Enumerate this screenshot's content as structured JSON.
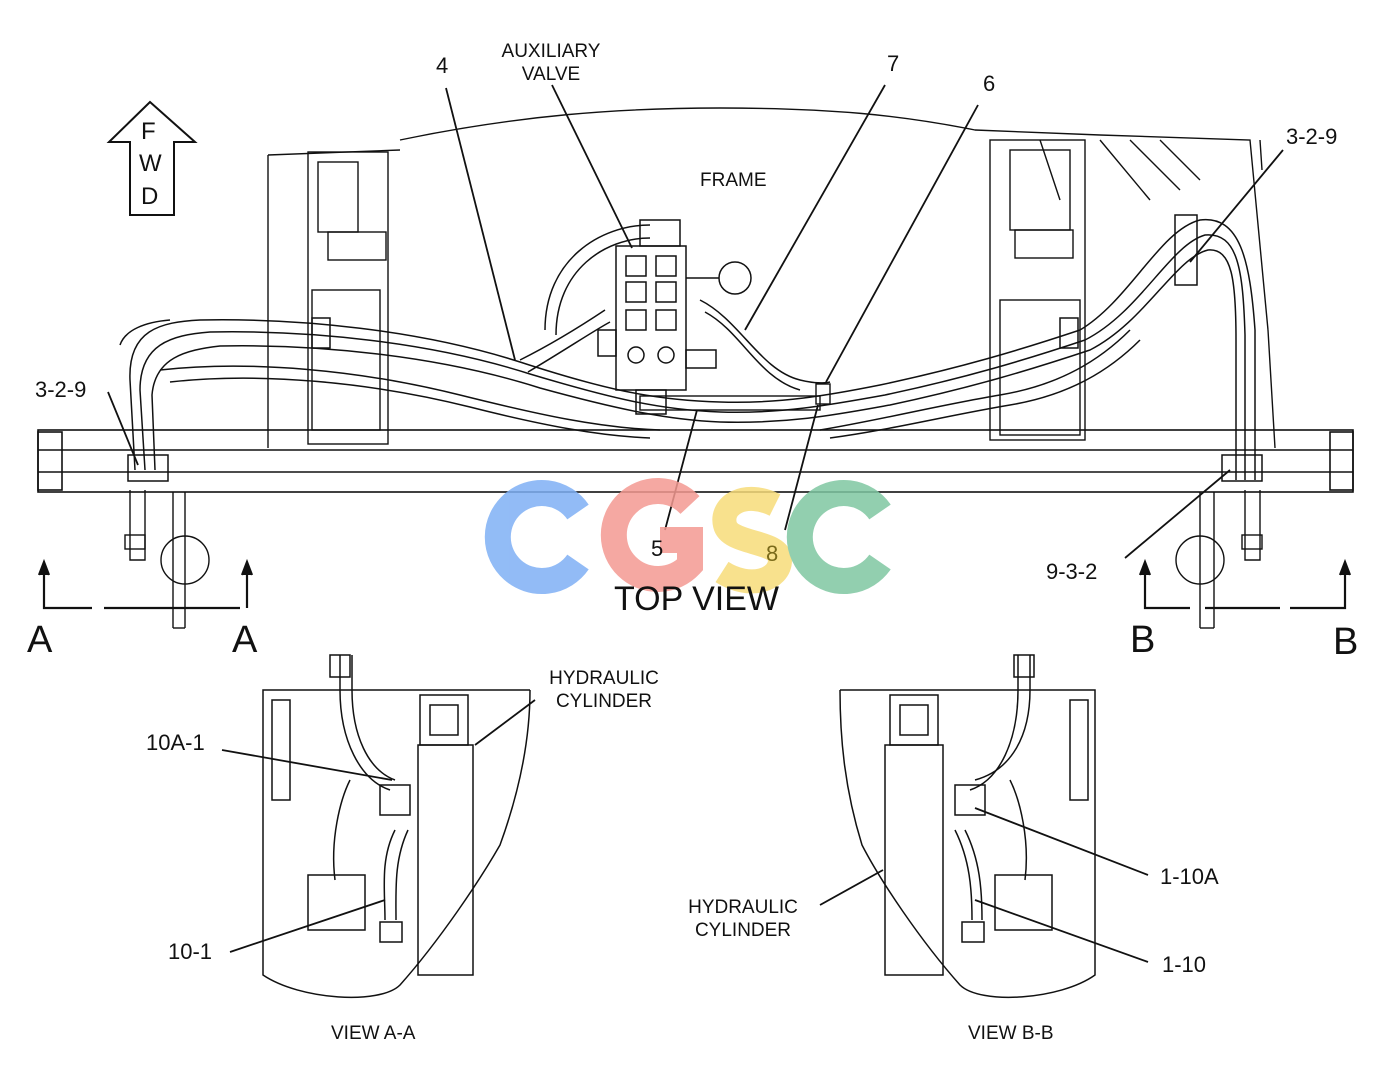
{
  "fwd": {
    "letters": [
      "F",
      "W",
      "D"
    ]
  },
  "labels": {
    "auxiliary_valve": [
      "AUXILIARY",
      "VALVE"
    ],
    "frame": "FRAME",
    "top_view": "TOP VIEW",
    "hydraulic_cylinder_a": [
      "HYDRAULIC",
      "CYLINDER"
    ],
    "hydraulic_cylinder_b": [
      "HYDRAULIC",
      "CYLINDER"
    ],
    "view_a": "VIEW A-A",
    "view_b": "VIEW B-B"
  },
  "callouts": {
    "c4": "4",
    "c7": "7",
    "c6": "6",
    "c329_left": "3-2-9",
    "c329_right": "3-2-9",
    "c5": "5",
    "c8": "8",
    "c932": "9-3-2",
    "c10a1": "10A-1",
    "c101": "10-1",
    "c110a": "1-10A",
    "c110": "1-10"
  },
  "section_markers": {
    "a_left": "A",
    "a_right": "A",
    "b_left": "B",
    "b_right": "B"
  },
  "watermark": {
    "letters": [
      "C",
      "G",
      "S",
      "C"
    ],
    "colors": [
      "#7fb0f5",
      "#f49a92",
      "#f7dc7a",
      "#7fc7a2"
    ]
  }
}
